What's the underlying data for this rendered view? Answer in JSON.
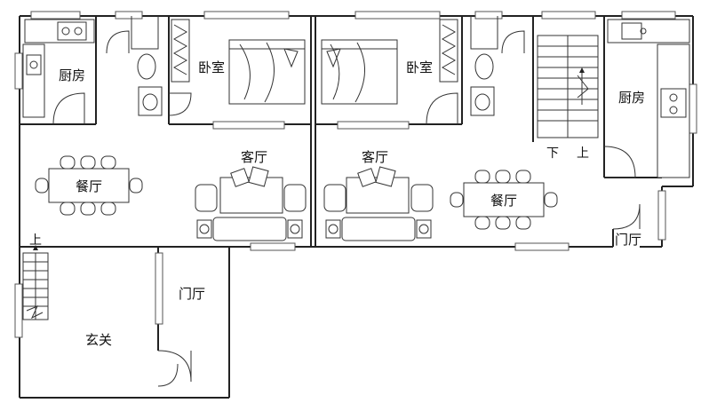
{
  "rooms": {
    "kitchen_left": "厨房",
    "bedroom_left": "卧室",
    "bedroom_right": "卧室",
    "kitchen_right": "厨房",
    "dining_left": "餐厅",
    "living_left": "客厅",
    "living_right": "客厅",
    "dining_right": "餐厅",
    "hall_right": "门厅",
    "hall_left": "门厅",
    "entrance": "玄关"
  },
  "stairs": {
    "down": "下",
    "up_right": "上",
    "up_left": "上"
  }
}
